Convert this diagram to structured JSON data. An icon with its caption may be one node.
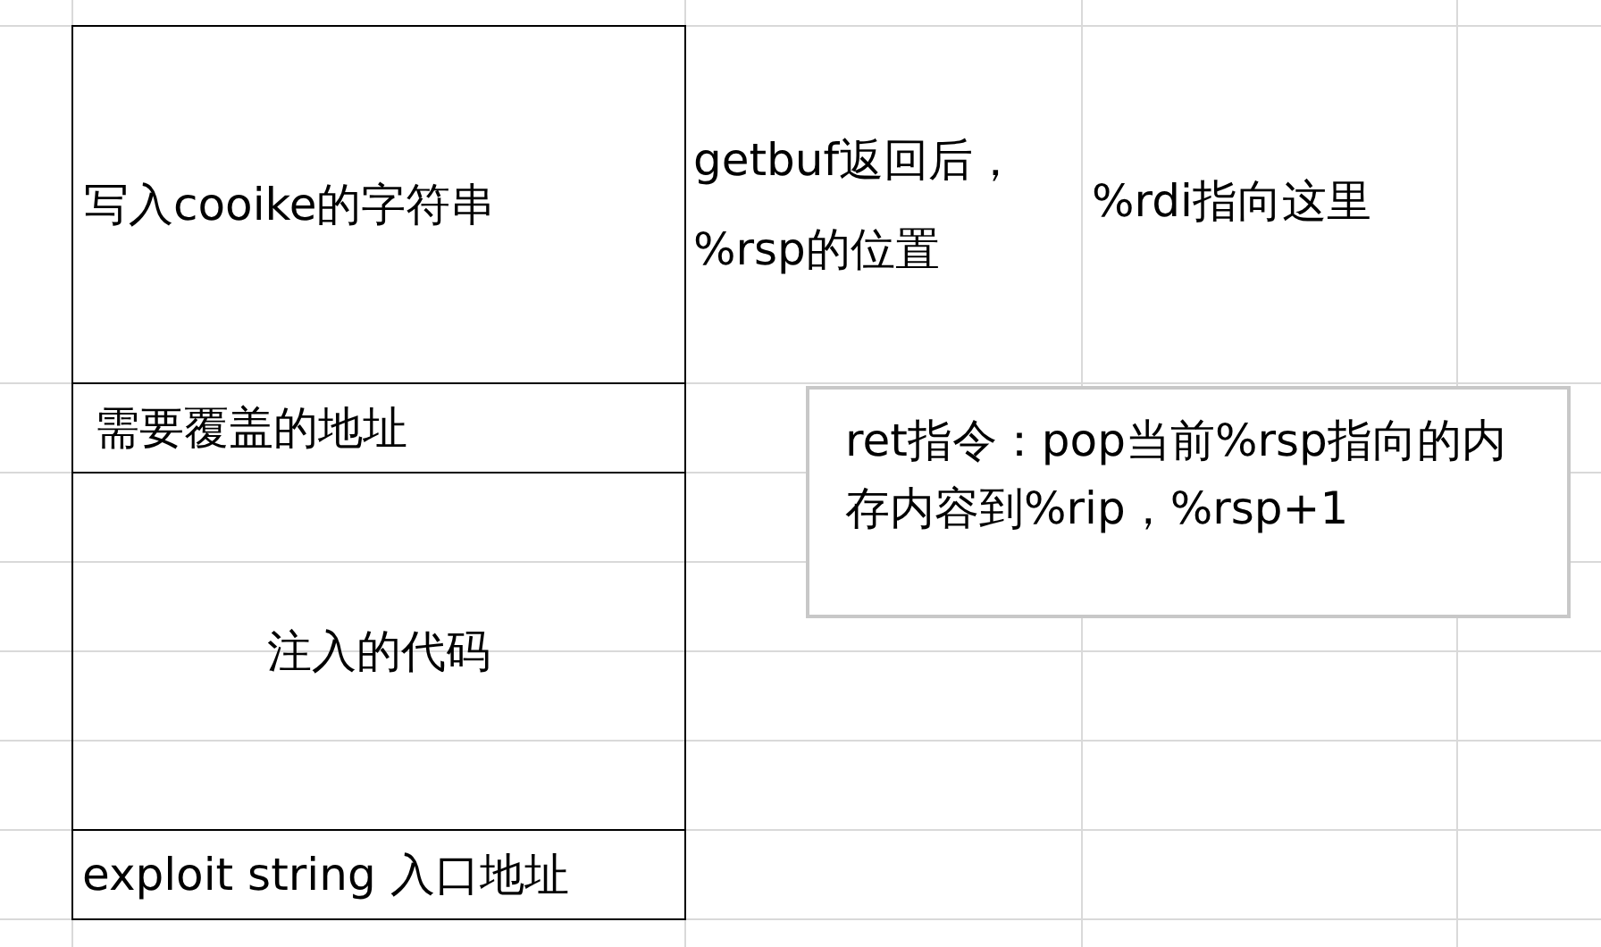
{
  "diagram": {
    "nodes": [
      {
        "text": [
          "写入cooike的字符串"
        ]
      },
      {
        "text": [
          "需要覆盖的地址"
        ]
      },
      {
        "text": [
          "注入的代码"
        ]
      },
      {
        "text": [
          "exploit string 入口地址"
        ]
      },
      {
        "text": [
          "ret指令：pop当前%rsp指向的内存内容到%rip，%rsp+1"
        ]
      }
    ],
    "labels": [
      "getbuf返回后，%rsp的位置",
      "%rdi指向这里"
    ]
  }
}
